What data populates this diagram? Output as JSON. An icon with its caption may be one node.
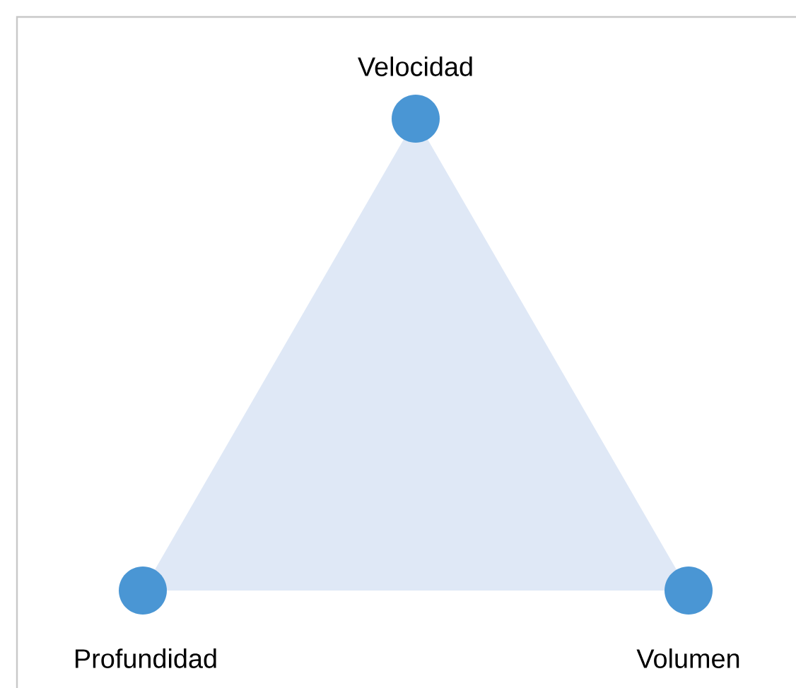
{
  "diagram": {
    "nodes": [
      {
        "text": [
          "Velocidad"
        ]
      },
      {
        "text": [
          "Profundidad"
        ]
      },
      {
        "text": [
          "Volumen"
        ]
      }
    ]
  }
}
